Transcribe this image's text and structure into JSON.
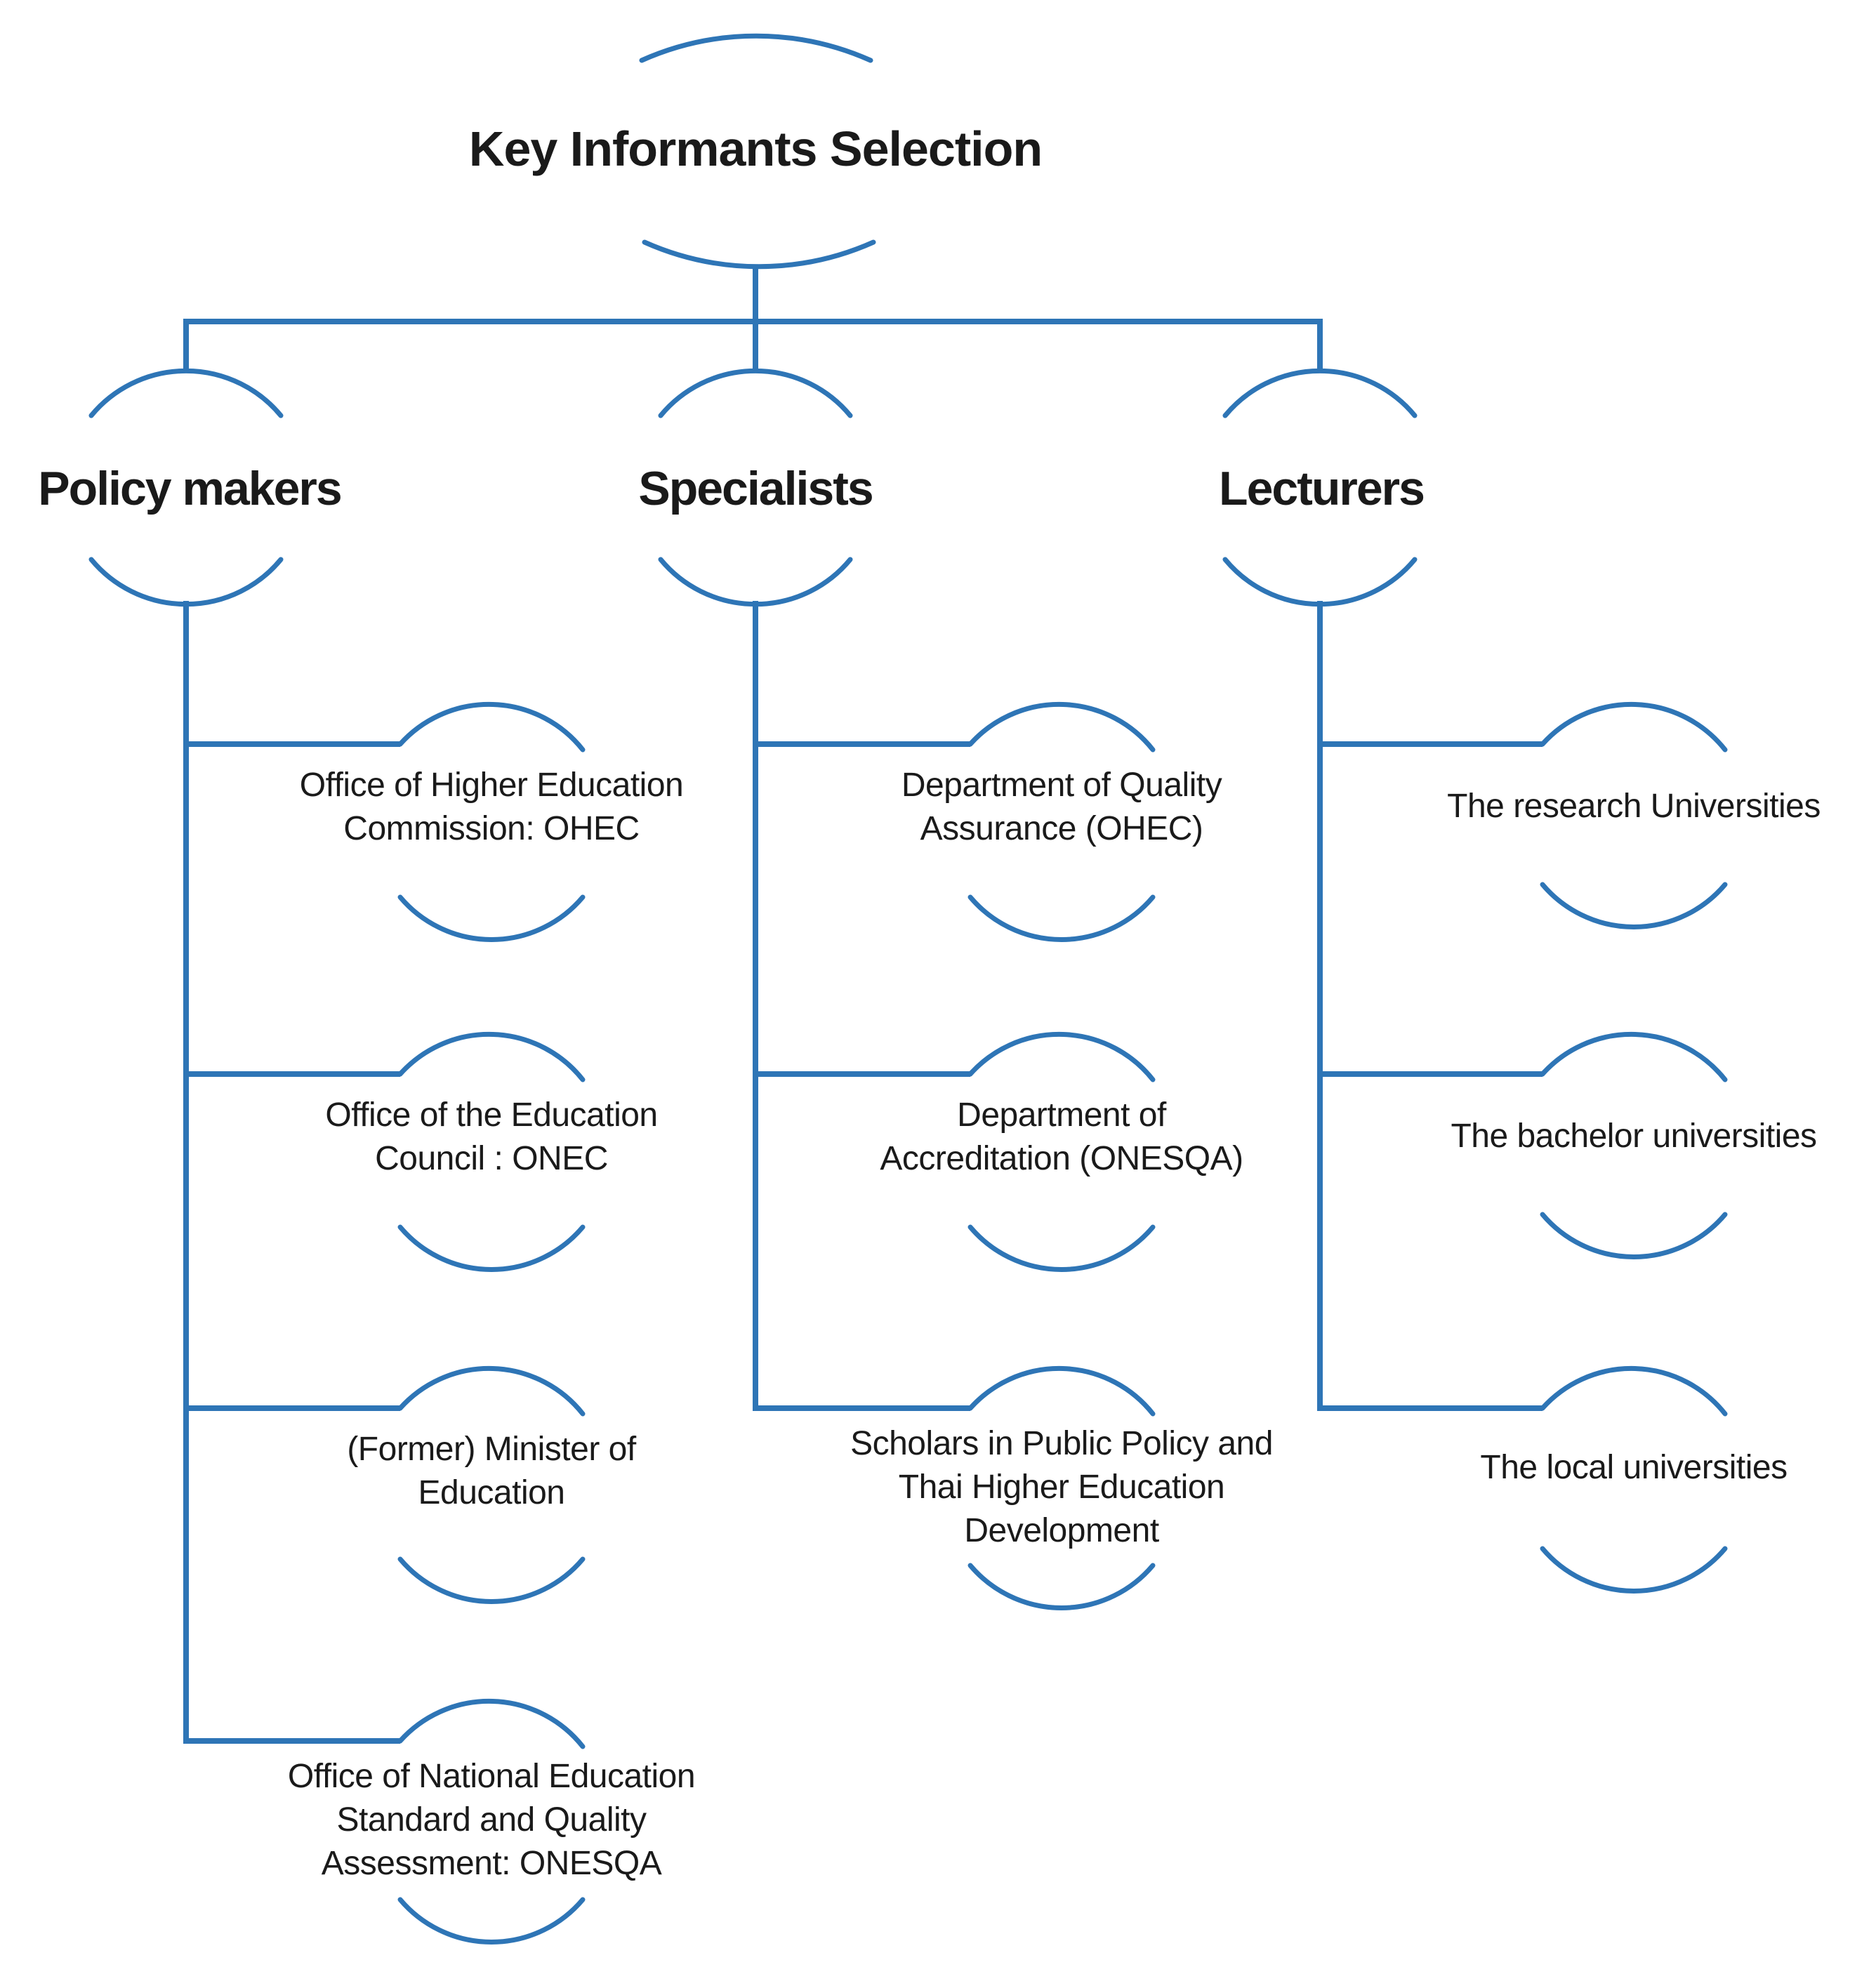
{
  "title": "Key Informants Selection",
  "colors": {
    "line": "#2E75B6",
    "text": "#1A1A1A",
    "background": "#FFFFFF"
  },
  "branches": [
    {
      "label": "Policy makers",
      "children": [
        {
          "lines": [
            "Office of Higher Education",
            "Commission: OHEC"
          ]
        },
        {
          "lines": [
            "Office of the Education",
            "Council : ONEC"
          ]
        },
        {
          "lines": [
            "(Former) Minister of",
            "Education"
          ]
        },
        {
          "lines": [
            "Office of National Education",
            "Standard and Quality",
            "Assessment: ONESQA"
          ]
        }
      ]
    },
    {
      "label": "Specialists",
      "children": [
        {
          "lines": [
            "Department of Quality",
            "Assurance (OHEC)"
          ]
        },
        {
          "lines": [
            "Department of",
            "Accreditation (ONESQA)"
          ]
        },
        {
          "lines": [
            "Scholars in Public Policy and",
            "Thai Higher Education",
            "Development"
          ]
        }
      ]
    },
    {
      "label": "Lecturers",
      "children": [
        {
          "lines": [
            "The research Universities"
          ]
        },
        {
          "lines": [
            "The bachelor universities"
          ]
        },
        {
          "lines": [
            "The local universities"
          ]
        }
      ]
    }
  ]
}
